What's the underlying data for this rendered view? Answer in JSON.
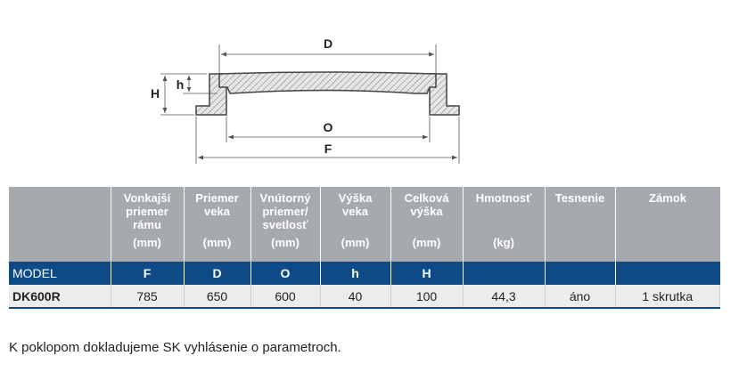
{
  "diagram": {
    "labels": {
      "D": "D",
      "O": "O",
      "F": "F",
      "H": "H",
      "h": "h"
    }
  },
  "table": {
    "headers": [
      {
        "lines": "",
        "unit": ""
      },
      {
        "lines": "Vonkajší priemer rámu",
        "unit": "(mm)"
      },
      {
        "lines": "Priemer veka",
        "unit": "(mm)"
      },
      {
        "lines": "Vnútorný priemer/ svetlosť",
        "unit": "(mm)"
      },
      {
        "lines": "Výška veka",
        "unit": "(mm)"
      },
      {
        "lines": "Celková výška",
        "unit": "(mm)"
      },
      {
        "lines": "Hmotnosť",
        "unit": "(kg)"
      },
      {
        "lines": "Tesnenie",
        "unit": ""
      },
      {
        "lines": "Zámok",
        "unit": ""
      }
    ],
    "model_row": [
      "MODEL",
      "F",
      "D",
      "O",
      "h",
      "H",
      "",
      "",
      ""
    ],
    "rows": [
      [
        "DK600R",
        "785",
        "650",
        "600",
        "40",
        "100",
        "44,3",
        "áno",
        "1 skrutka"
      ]
    ]
  },
  "note": "K poklopom dokladujeme SK vyhlásenie o parametroch.",
  "colors": {
    "header": "#a6a9ae",
    "model": "#0d4a86",
    "row": "#ececec"
  }
}
